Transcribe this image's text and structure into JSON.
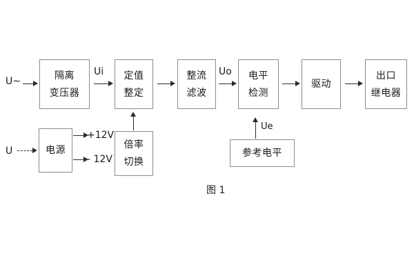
{
  "figure": {
    "caption": "图 1",
    "colors": {
      "box_border": "#8a8a8a",
      "arrow": "#2b2b2b",
      "text": "#1a1a1a",
      "background": "#ffffff"
    }
  },
  "blocks": {
    "isolation_transformer": {
      "line1": "隔离",
      "line2": "变压器"
    },
    "setting_value": {
      "line1": "定值",
      "line2": "整定"
    },
    "rectify_filter": {
      "line1": "整流",
      "line2": "滤波"
    },
    "level_detect": {
      "line1": "电平",
      "line2": "检测"
    },
    "drive": {
      "line1": "驱动"
    },
    "output_relay": {
      "line1": "出口",
      "line2": "继电器"
    },
    "power_supply": {
      "line1": "电源"
    },
    "multiplier_switch": {
      "line1": "倍率",
      "line2": "切换"
    },
    "reference_level": {
      "line1": "参考电平"
    }
  },
  "signals": {
    "input_ac": "U~",
    "input_dc": "U",
    "ui": "Ui",
    "uo": "Uo",
    "ue": "Ue",
    "rail_positive": "+12V",
    "rail_negative": "- 12V"
  }
}
